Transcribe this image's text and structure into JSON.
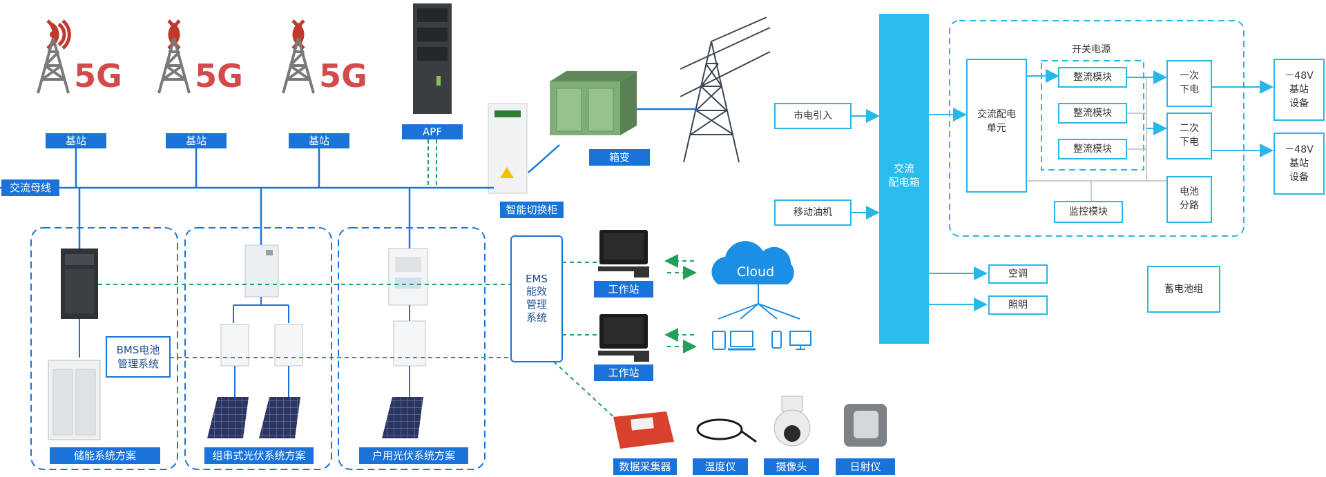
{
  "diagram": {
    "base_stations": [
      {
        "badge": "5G",
        "label": "基站"
      },
      {
        "badge": "5G",
        "label": "基站"
      },
      {
        "badge": "5G",
        "label": "基站"
      }
    ],
    "apf": "APF",
    "box_transformer": "箱变",
    "ac_bus": "交流母线",
    "smart_switch_cabinet": "智能切换柜",
    "solutions": {
      "storage": "储能系统方案",
      "string_pv": "组串式光伏系统方案",
      "household_pv": "户用光伏系统方案"
    },
    "bms": [
      "BMS电池",
      "管理系统"
    ],
    "ems": [
      "EMS",
      "能效",
      "管理",
      "系统"
    ],
    "workstations": [
      "工作站",
      "工作站"
    ],
    "cloud": "Cloud",
    "sensors": [
      "数据采集器",
      "温度仪",
      "摄像头",
      "日射仪"
    ],
    "power": {
      "mains_input": "市电引入",
      "mobile_generator": "移动油机",
      "ac_distribution_box": [
        "交流",
        "配电箱"
      ],
      "switch_power_supply": "开关电源",
      "ac_distribution_unit": [
        "交流配电",
        "单元"
      ],
      "rectifier_modules": [
        "整流模块",
        "整流模块",
        "整流模块"
      ],
      "primary_power_off": [
        "一次",
        "下电"
      ],
      "secondary_power_off": [
        "二次",
        "下电"
      ],
      "battery_branch": [
        "电池",
        "分路"
      ],
      "monitor_module": "监控模块",
      "base_station_equipment_1": [
        "－48V",
        "基站",
        "设备"
      ],
      "base_station_equipment_2": [
        "－48V",
        "基站",
        "设备"
      ],
      "air_conditioner": "空调",
      "lighting": "照明",
      "battery_pack": "蓄电池组"
    }
  }
}
